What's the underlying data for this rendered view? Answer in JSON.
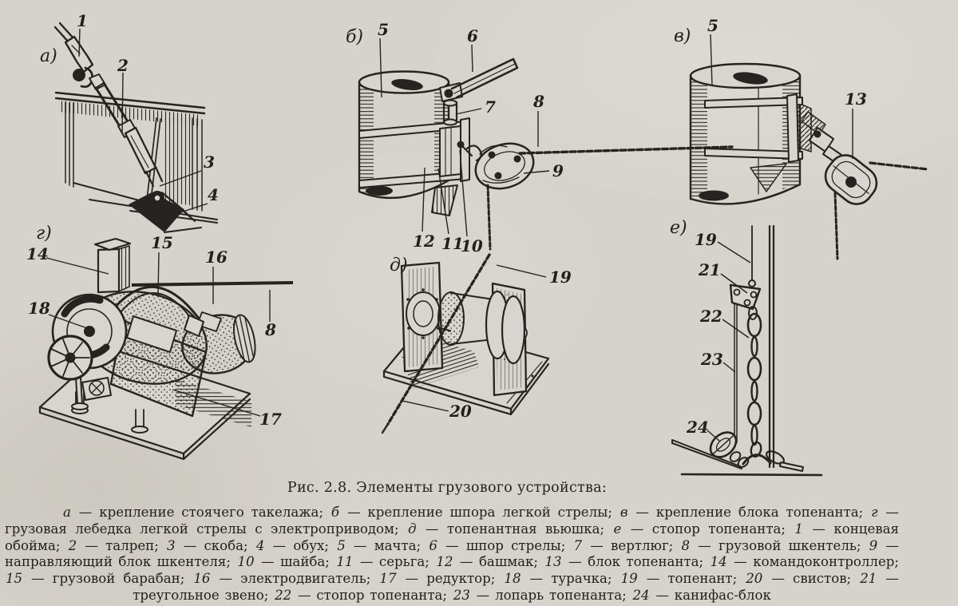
{
  "page": {
    "paper_color": "#d6d3cc",
    "ink_color": "#262420"
  },
  "figure": {
    "title": "Рис. 2.8. Элементы грузового устройства:",
    "panels": {
      "a": {
        "label": "а)",
        "callouts": [
          "1",
          "2",
          "3",
          "4"
        ]
      },
      "b": {
        "label": "б)",
        "callouts": [
          "5",
          "6",
          "7",
          "8",
          "9",
          "12",
          "11",
          "10"
        ]
      },
      "v": {
        "label": "в)",
        "callouts": [
          "5",
          "13"
        ]
      },
      "g": {
        "label": "г)",
        "callouts": [
          "14",
          "15",
          "16",
          "18",
          "8",
          "17"
        ]
      },
      "d": {
        "label": "д)",
        "callouts": [
          "19",
          "20"
        ]
      },
      "e": {
        "label": "е)",
        "callouts": [
          "19",
          "21",
          "22",
          "23",
          "24"
        ]
      }
    },
    "legend": [
      {
        "key": "а",
        "text": "крепление стоячего такелажа"
      },
      {
        "key": "б",
        "text": "крепление шпора легкой стрелы"
      },
      {
        "key": "в",
        "text": "крепление блока топенанта"
      },
      {
        "key": "г",
        "text": "грузовая лебедка легкой стрелы с электроприводом"
      },
      {
        "key": "д",
        "text": "топенантная вьюшка"
      },
      {
        "key": "е",
        "text": "стопор топенанта"
      },
      {
        "key": "1",
        "text": "концевая обойма"
      },
      {
        "key": "2",
        "text": "талреп"
      },
      {
        "key": "3",
        "text": "скоба"
      },
      {
        "key": "4",
        "text": "обух"
      },
      {
        "key": "5",
        "text": "мачта"
      },
      {
        "key": "6",
        "text": "шпор стрелы"
      },
      {
        "key": "7",
        "text": "вертлюг"
      },
      {
        "key": "8",
        "text": "грузовой шкентель"
      },
      {
        "key": "9",
        "text": "направляющий блок шкентеля"
      },
      {
        "key": "10",
        "text": "шайба"
      },
      {
        "key": "11",
        "text": "серьга"
      },
      {
        "key": "12",
        "text": "башмак"
      },
      {
        "key": "13",
        "text": "блок топенанта"
      },
      {
        "key": "14",
        "text": "командоконтроллер"
      },
      {
        "key": "15",
        "text": "грузовой барабан"
      },
      {
        "key": "16",
        "text": "электродвигатель"
      },
      {
        "key": "17",
        "text": "редуктор"
      },
      {
        "key": "18",
        "text": "турачка"
      },
      {
        "key": "19",
        "text": "топенант"
      },
      {
        "key": "20",
        "text": "свистов"
      },
      {
        "key": "21",
        "text": "треугольное звено"
      },
      {
        "key": "22",
        "text": "стопор топенанта"
      },
      {
        "key": "23",
        "text": "лопарь топенанта"
      },
      {
        "key": "24",
        "text": "канифас-блок"
      }
    ]
  }
}
